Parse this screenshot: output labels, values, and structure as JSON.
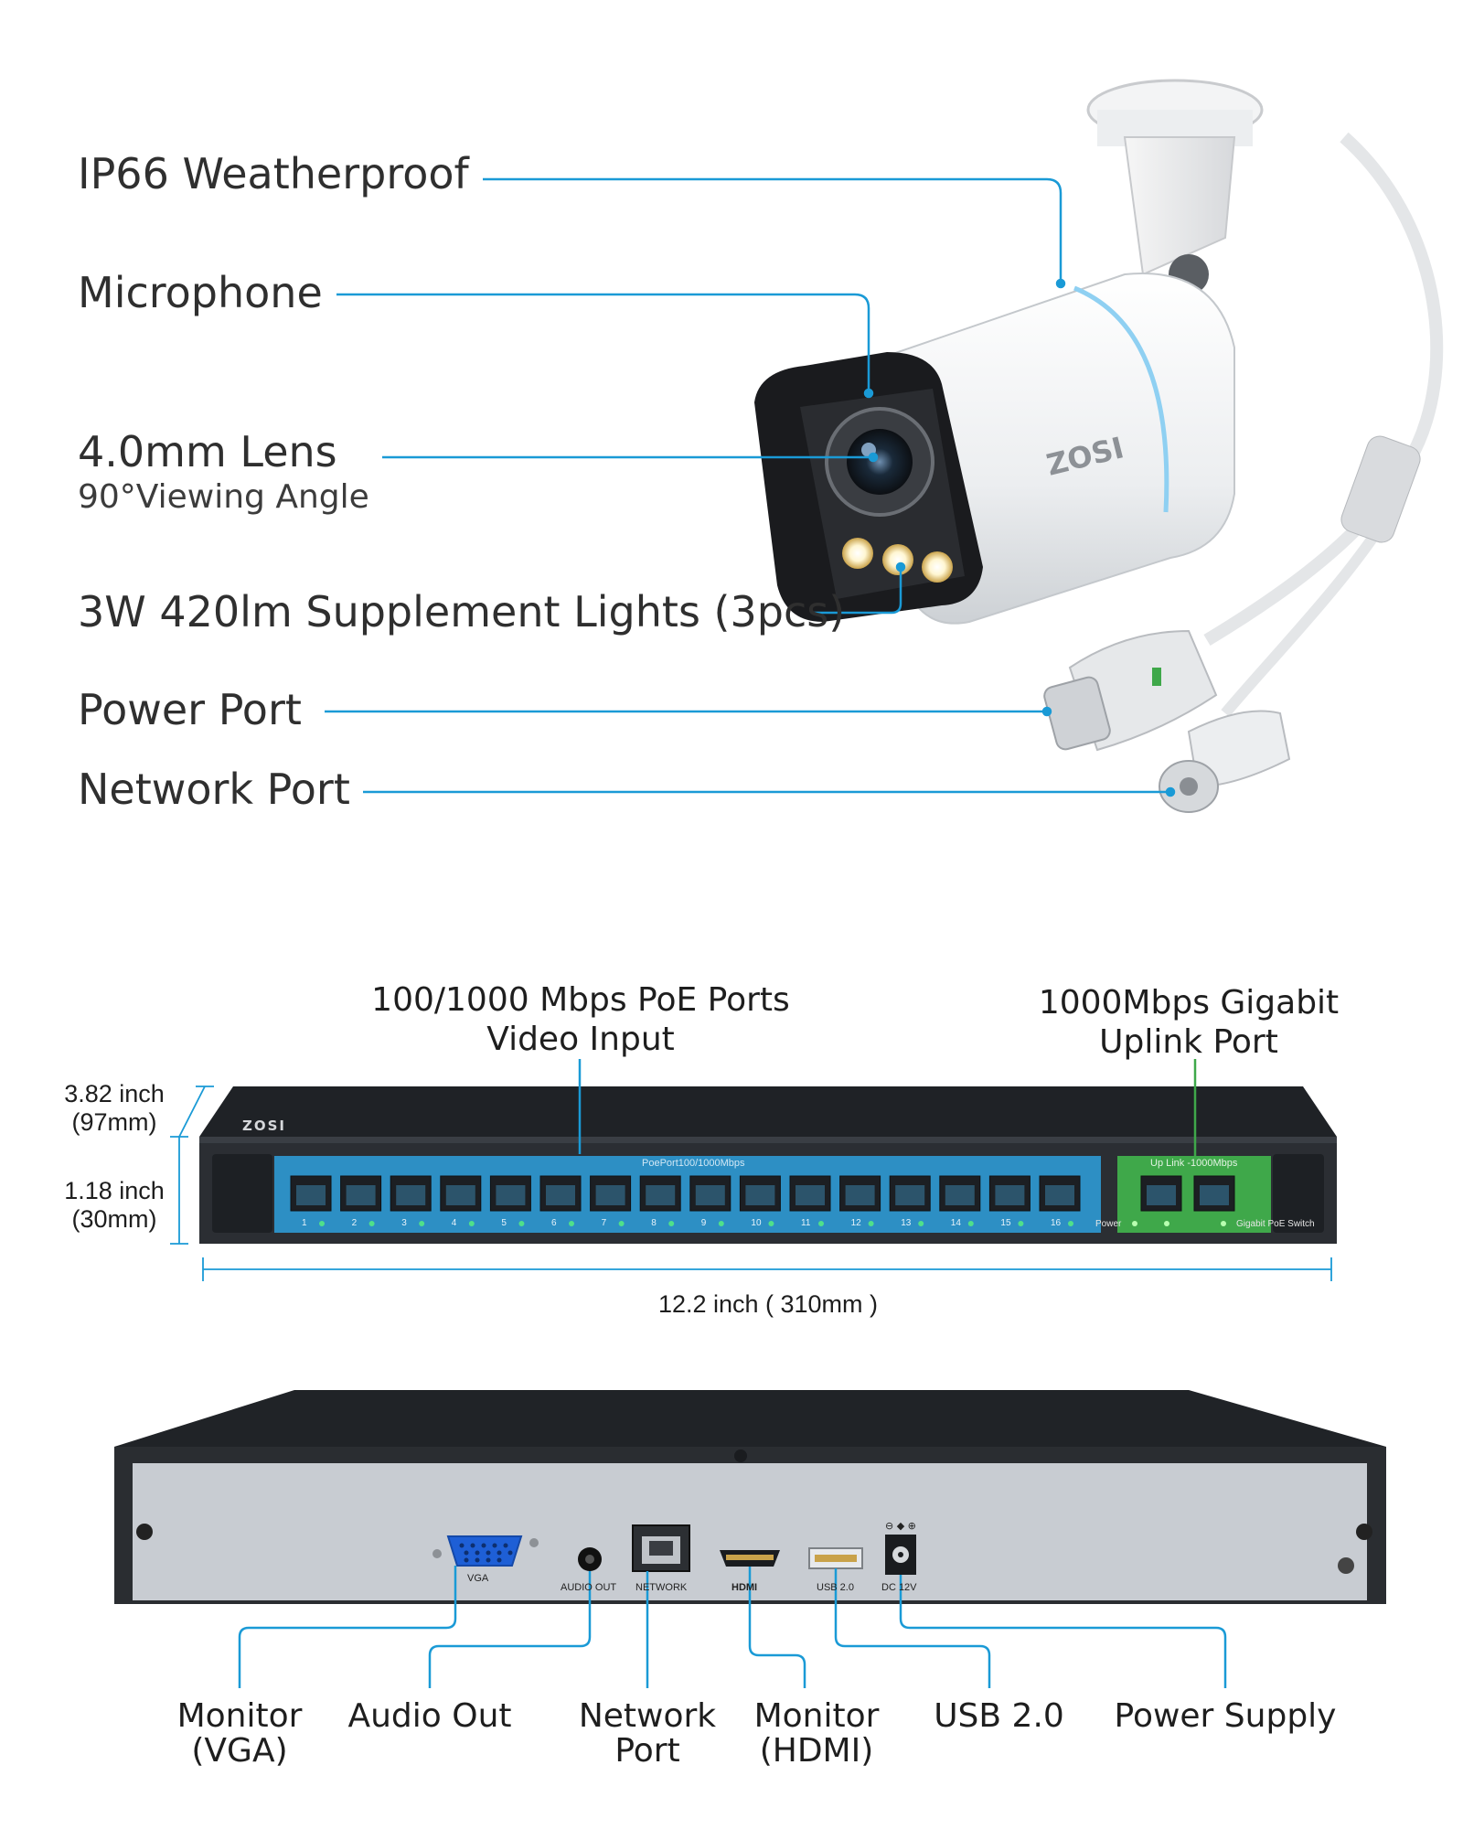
{
  "camera": {
    "brand": "ZOSI",
    "features": [
      {
        "label": "IP66 Weatherproof"
      },
      {
        "label": "Microphone"
      },
      {
        "label": "4.0mm Lens",
        "sub": "90°Viewing Angle"
      },
      {
        "label": "3W 420lm Supplement Lights (3pcs)"
      },
      {
        "label": "Power Port"
      },
      {
        "label": "Network Port"
      }
    ]
  },
  "switch": {
    "brand": "ZOSI",
    "poe_callout": [
      "100/1000 Mbps PoE Ports",
      "Video Input"
    ],
    "uplink_callout": [
      "1000Mbps Gigabit",
      "Uplink Port"
    ],
    "poe_panel_text": "PoePort100/1000Mbps",
    "uplink_panel_text": "Up Link -1000Mbps",
    "port_numbers": [
      "1",
      "2",
      "3",
      "4",
      "5",
      "6",
      "7",
      "8",
      "9",
      "10",
      "11",
      "12",
      "13",
      "14",
      "15",
      "16"
    ],
    "power_text": "Power",
    "model_text": "Gigabit PoE Switch",
    "height_dims": [
      "3.82 inch",
      "(97mm)"
    ],
    "depth_dims": [
      "1.18 inch",
      "(30mm)"
    ],
    "width_dim": "12.2 inch ( 310mm )"
  },
  "nvr": {
    "port_texts": {
      "vga": "VGA",
      "audio": "AUDIO OUT",
      "network": "NETWORK",
      "hdmi": "HDMI",
      "usb": "USB 2.0",
      "dc": "DC 12V"
    },
    "callouts": [
      [
        "Monitor",
        "(VGA)"
      ],
      [
        "Audio Out"
      ],
      [
        "Network",
        "Port"
      ],
      [
        "Monitor",
        "(HDMI)"
      ],
      [
        "USB 2.0"
      ],
      [
        "Power Supply"
      ]
    ]
  },
  "colors": {
    "callout_line": "#1a9ad6",
    "poe_panel": "#2d8fc4",
    "uplink_panel": "#3fa84a",
    "switch_body": "#26292d",
    "nvr_panel": "#c8ccd2"
  }
}
